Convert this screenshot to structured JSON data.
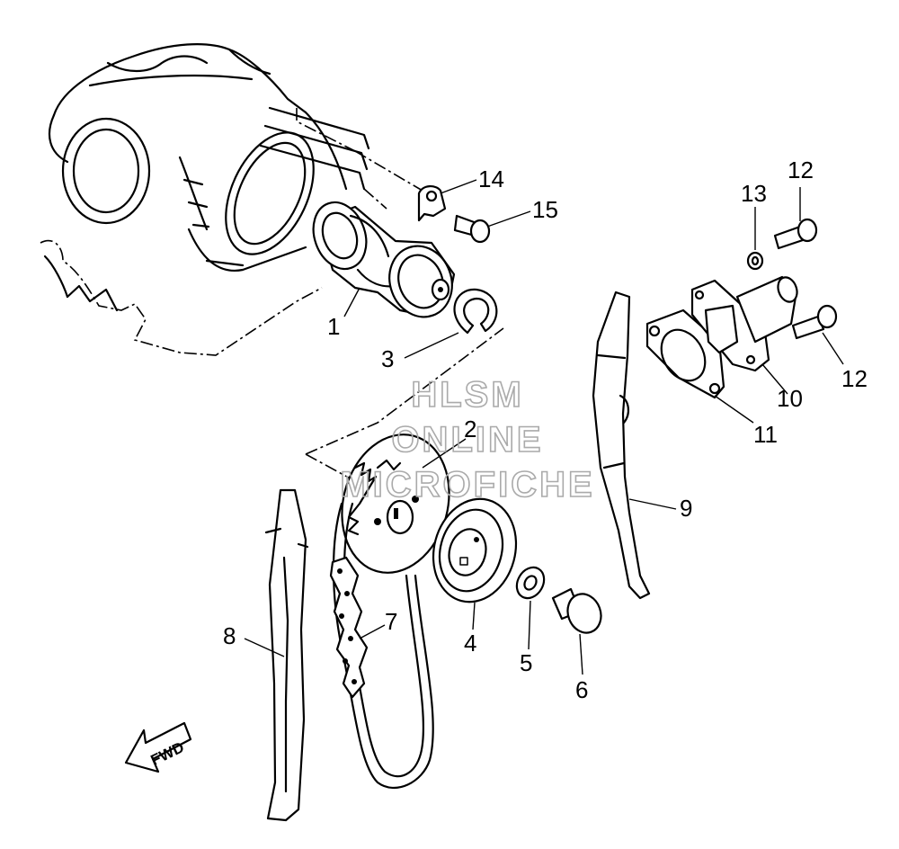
{
  "callouts": [
    {
      "id": "1",
      "label": "1"
    },
    {
      "id": "2",
      "label": "2"
    },
    {
      "id": "3",
      "label": "3"
    },
    {
      "id": "4",
      "label": "4"
    },
    {
      "id": "5",
      "label": "5"
    },
    {
      "id": "6",
      "label": "6"
    },
    {
      "id": "7",
      "label": "7"
    },
    {
      "id": "8",
      "label": "8"
    },
    {
      "id": "9",
      "label": "9"
    },
    {
      "id": "10",
      "label": "10"
    },
    {
      "id": "11",
      "label": "11"
    },
    {
      "id": "12a",
      "label": "12"
    },
    {
      "id": "12b",
      "label": "12"
    },
    {
      "id": "13",
      "label": "13"
    },
    {
      "id": "14",
      "label": "14"
    },
    {
      "id": "15",
      "label": "15"
    }
  ],
  "watermark": {
    "line1": "HLSM",
    "line2": "ONLINE",
    "line3": "MICROFICHE"
  },
  "direction_arrow": {
    "label": "FWD",
    "icon": "fwd-arrow-icon"
  }
}
